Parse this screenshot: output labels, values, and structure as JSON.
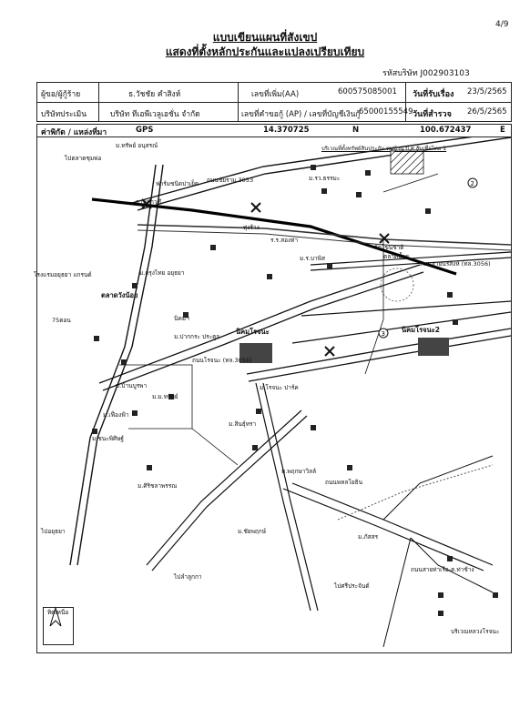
{
  "page_number": "4/9",
  "title_line1": "แบบเขียนแผนที่สังเขป",
  "title_line2": "แสดงที่ตั้งหลักประกันและแปลงเปรียบเทียบ",
  "company_code": "รหัสบริษัท    J002903103",
  "info": {
    "applicant_label": "ผู้ขอ/ผู้กู้ร้าย",
    "applicant_name": "ธ.วัชชัย คำสิงห์",
    "aa_label": "เลขที่เพิ่ม(AA)",
    "aa_value": "600575085001",
    "received_label": "วันที่รับเรื่อง",
    "received_date": "23/5/2565",
    "valuer_label": "บริษัทประเมิน",
    "valuer_name": "บริษัท ทีเอพีเวลูเอชั่น จำกัด",
    "ap_label": "เลขที่คำขอกู้ (AP) / เลขที่บัญชีเงินกู้",
    "ap_value": "65000155549",
    "survey_label": "วันที่สำรวจ",
    "survey_date": "26/5/2565"
  },
  "coords": {
    "label": "ค่าพิกัด / แหล่งที่มา",
    "source": "GPS",
    "lat": "14.370725",
    "n": "N",
    "lon": "100.672437",
    "e": "E"
  },
  "map": {
    "site_label": "บริเวณที่ตั้งทรัพย์สินประกัน หมู่บ้าน ปิ.ศ.สัมเพื่อไทย 1",
    "labels": [
      "ม.ทรัพย์ อนุสรณ์",
      "ไปตลาดชุมพ่อ",
      "ถนนชัยราม 3053",
      "ฟาร์มชนิดปาเย็ด",
      "ทุ่งร้าง",
      "ม.รว.ธรรมะ",
      "ลานท่าวชี",
      "ถนนสายนรสิงห์ (ทล.3056)",
      "ตลาดน้ำฯ",
      "ร.ร.สองท่า",
      "ม.ร.บาพิส",
      "วัดโขนชาติ",
      "โรงแรมอยุธยา แกรนด์",
      "ตลาดวังน้อย",
      "ม.กรุงไทย อยุธยา",
      "75ตอน",
      "นิคมฯ",
      "ม.ปากกระ ประตูจ",
      "นิคมโรจนะ",
      "ม.ม.ทรัพย์",
      "ม.บ้านบูรพา",
      "ม.ชนะพิศิษฐ์",
      "ม.เฟื่องฟ้า",
      "ไปอยุธยา",
      "นิคมโรจนะ2",
      "ม.โรจนะ ปาร์ค",
      "ถนนโรจนะ (ทล.3056)",
      "ม.สินธุ์ทรา",
      "ม.ศิริชลาพรรณ",
      "ไปลำลูกกา",
      "ถนนพหลโยธิน",
      "ม.พฤกษาวิลล์",
      "ม.ชัยพฤกษ์",
      "ม.ภัสสร",
      "ไปศรีประจันต์",
      "บริเวณหลวงโรจนะ",
      "ถนนสายท่าเรือ-ต.ท่าช้าง",
      "ทิศเหนือ"
    ]
  }
}
